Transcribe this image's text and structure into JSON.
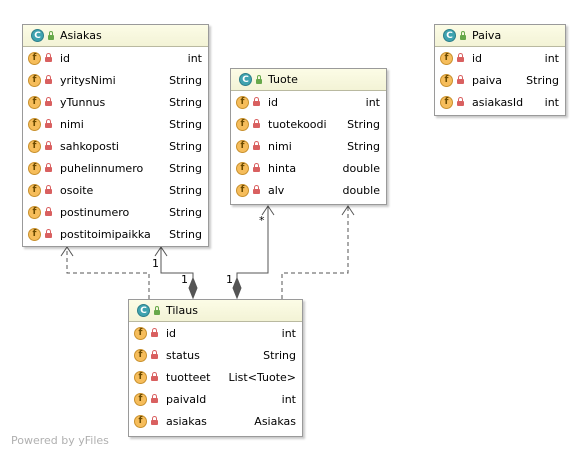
{
  "classes": {
    "asiakas": {
      "kind_icon": "C",
      "name": "Asiakas",
      "fields": [
        {
          "icon": "f",
          "name": "id",
          "type": "int"
        },
        {
          "icon": "f",
          "name": "yritysNimi",
          "type": "String"
        },
        {
          "icon": "f",
          "name": "yTunnus",
          "type": "String"
        },
        {
          "icon": "f",
          "name": "nimi",
          "type": "String"
        },
        {
          "icon": "f",
          "name": "sahkoposti",
          "type": "String"
        },
        {
          "icon": "f",
          "name": "puhelinnumero",
          "type": "String"
        },
        {
          "icon": "f",
          "name": "osoite",
          "type": "String"
        },
        {
          "icon": "f",
          "name": "postinumero",
          "type": "String"
        },
        {
          "icon": "f",
          "name": "postitoimipaikka",
          "type": "String"
        }
      ]
    },
    "tuote": {
      "kind_icon": "C",
      "name": "Tuote",
      "fields": [
        {
          "icon": "f",
          "name": "id",
          "type": "int"
        },
        {
          "icon": "f",
          "name": "tuotekoodi",
          "type": "String"
        },
        {
          "icon": "f",
          "name": "nimi",
          "type": "String"
        },
        {
          "icon": "f",
          "name": "hinta",
          "type": "double"
        },
        {
          "icon": "f",
          "name": "alv",
          "type": "double"
        }
      ]
    },
    "paiva": {
      "kind_icon": "C",
      "name": "Paiva",
      "fields": [
        {
          "icon": "f",
          "name": "id",
          "type": "int"
        },
        {
          "icon": "f",
          "name": "paiva",
          "type": "String"
        },
        {
          "icon": "f",
          "name": "asiakasId",
          "type": "int"
        }
      ]
    },
    "tilaus": {
      "kind_icon": "C",
      "name": "Tilaus",
      "fields": [
        {
          "icon": "f",
          "name": "id",
          "type": "int"
        },
        {
          "icon": "f",
          "name": "status",
          "type": "String"
        },
        {
          "icon": "f",
          "name": "tuotteet",
          "type": "List<Tuote>"
        },
        {
          "icon": "f",
          "name": "paivaId",
          "type": "int"
        },
        {
          "icon": "f",
          "name": "asiakas",
          "type": "Asiakas"
        }
      ]
    }
  },
  "multiplicities": {
    "asiakas_end": "1",
    "tilaus_asiakas_end": "1",
    "tuote_end": "*",
    "tilaus_tuote_end": "1"
  },
  "footer": "Powered by yFiles",
  "colors": {
    "header": "#f6f6dc",
    "border": "#9a9a9a",
    "class_icon": "#3fa3b0",
    "field_icon": "#f6bd5b",
    "lock_icon": "#d96060",
    "public_icon": "#67a84a",
    "link": "#555555",
    "footer": "#b0b0b0"
  }
}
